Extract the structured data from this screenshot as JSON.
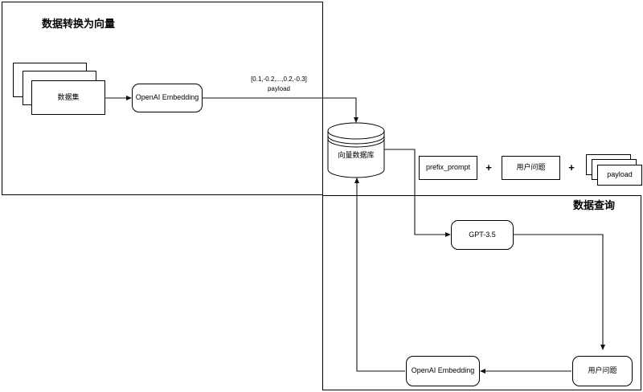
{
  "diagram": {
    "title_hidden": "RAG data flow diagram",
    "panels": [
      {
        "id": "ingest",
        "title": "数据转换为向量"
      },
      {
        "id": "query",
        "title": "数据查询"
      }
    ],
    "nodes": {
      "dataset": "数据集",
      "embedding_top": "OpenAI Embedding",
      "vector_db": "向量数据库",
      "prefix_prompt": "prefix_prompt",
      "user_question_prompt": "用户问题",
      "payload_stack": "payload",
      "gpt": "GPT-3.5",
      "embedding_bottom": "OpenAI Embedding",
      "user_question_bottom": "用户问题"
    },
    "edge_labels": {
      "vector_payload_line1": "[0.1,-0.2,...,0.2,-0.3]",
      "vector_payload_line2": "payload"
    },
    "operators": {
      "plus_1": "+",
      "plus_2": "+"
    },
    "colors": {
      "stroke": "#000000",
      "wire": "#1a1a1a",
      "panel_border": "#000000",
      "background": "#ffffff",
      "text": "#000000"
    }
  }
}
